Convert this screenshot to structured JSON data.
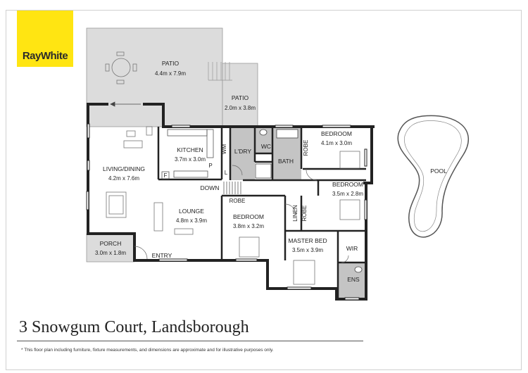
{
  "brand": {
    "logo_text": "RayWhite",
    "color": "#ffe512"
  },
  "rooms": {
    "patio_main": {
      "name": "PATIO",
      "dims": "4.4m x 7.9m"
    },
    "patio_small": {
      "name": "PATIO",
      "dims": "2.0m x 3.8m"
    },
    "living": {
      "name": "LIVING/DINING",
      "dims": "4.2m x 7.6m"
    },
    "kitchen": {
      "name": "KITCHEN",
      "dims": "3.7m x 3.0m"
    },
    "laundry": {
      "name": "L'DRY"
    },
    "wc": {
      "name": "WC"
    },
    "bath": {
      "name": "BATH"
    },
    "bed1": {
      "name": "BEDROOM",
      "dims": "4.1m x 3.0m"
    },
    "bed2": {
      "name": "BEDROOM",
      "dims": "3.5m x 2.8m"
    },
    "bed3": {
      "name": "BEDROOM",
      "dims": "3.8m x 3.2m"
    },
    "lounge": {
      "name": "LOUNGE",
      "dims": "4.8m x 3.9m"
    },
    "master": {
      "name": "MASTER BED",
      "dims": "3.5m x 3.9m"
    },
    "porch": {
      "name": "PORCH",
      "dims": "3.0m x 1.8m"
    },
    "pool": {
      "name": "POOL"
    },
    "wir": {
      "name": "WIR"
    },
    "ens": {
      "name": "ENS"
    }
  },
  "markers": {
    "robe_a": "ROBE",
    "robe_b": "ROBE",
    "robe_c": "ROBE",
    "linen": "LINEN",
    "down": "DOWN",
    "entry": "ENTRY",
    "fridge": "F",
    "l_mark": "L",
    "p_mark": "P",
    "wm": "WM"
  },
  "footer": {
    "address": "3 Snowgum Court, Landsborough",
    "disclaimer": "* This floor plan including furniture, fixture measurements, and dimensions are approximate and for illustrative purposes only."
  },
  "colors": {
    "wet_area": "#c4c4c4",
    "patio": "#dcdcdc",
    "wall": "#222222"
  }
}
